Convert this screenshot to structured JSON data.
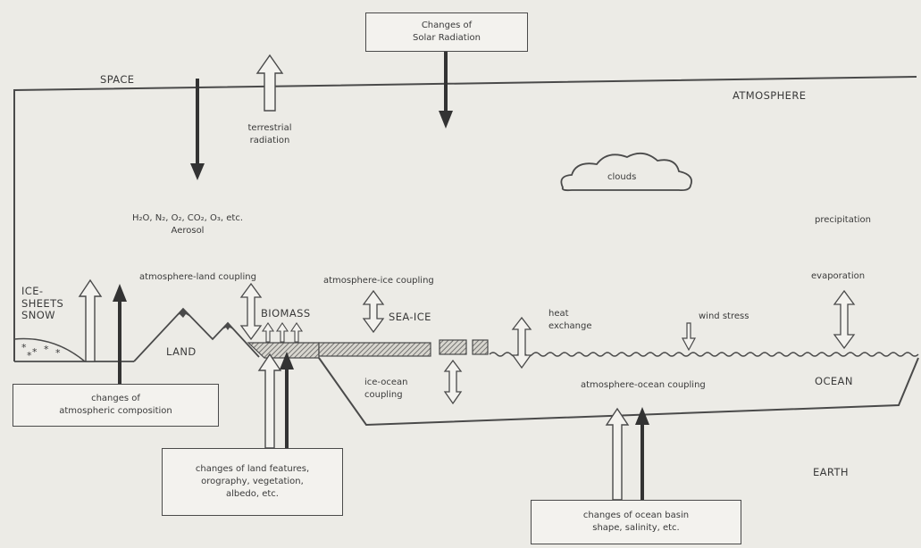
{
  "labels": {
    "space": "SPACE",
    "atmosphere": "ATMOSPHERE",
    "terrestrial_radiation": "terrestrial\nradiation",
    "clouds": "clouds",
    "composition": "H₂O, N₂, O₂, CO₂, O₃, etc.\nAerosol",
    "precipitation": "precipitation",
    "evaporation": "evaporation",
    "ice_sheets_snow": "ICE-\nSHEETS\nSNOW",
    "atm_land_coupling": "atmosphere-land coupling",
    "atm_ice_coupling": "atmosphere-ice coupling",
    "biomass": "BIOMASS",
    "sea_ice": "SEA-ICE",
    "land": "LAND",
    "heat_exchange": "heat\nexchange",
    "wind_stress": "wind stress",
    "ice_ocean_coupling": "ice-ocean\ncoupling",
    "atm_ocean_coupling": "atmosphere-ocean coupling",
    "ocean": "OCEAN",
    "earth": "EARTH"
  },
  "boxes": {
    "solar": "Changes of\nSolar Radiation",
    "atmospheric_composition": "changes of\natmospheric composition",
    "land_features": "changes of land features,\norography, vegetation,\nalbedo, etc.",
    "ocean_basin": "changes of ocean basin\nshape, salinity, etc."
  }
}
